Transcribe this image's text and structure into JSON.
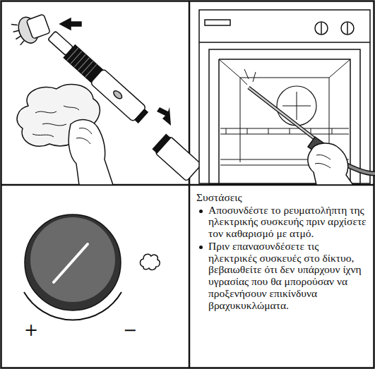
{
  "diagram": {
    "nodes": [
      {
        "text": [
          "Συστάσεις",
          "Αποσυνδέστε το ρευματολήπτη της ηλεκτρικής συσκευής πριν αρχίσετε τον καθαρισμό με ατμό.",
          "Πριν επανασυνδέσετε τις ηλεκτρικές συσκευές στο δίκτυο, βεβαιωθείτε ότι δεν υπάρχουν ίχνη υγρασίας που θα μπορούσαν να προξενήσουν επικίνδυνα βραχυκυκλώματα."
        ]
      }
    ],
    "labels": [
      "+",
      "−"
    ]
  }
}
